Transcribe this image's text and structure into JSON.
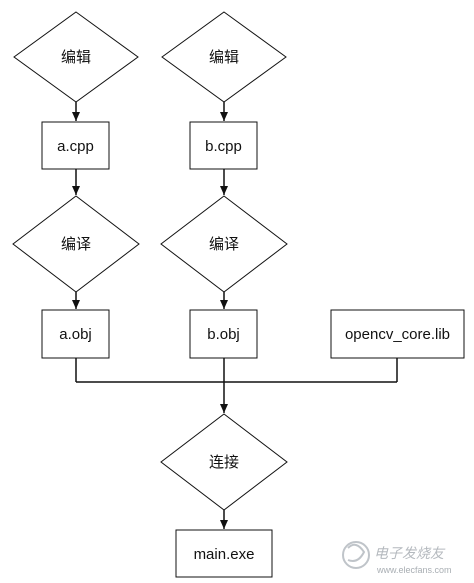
{
  "flow": {
    "edit_a": "编辑",
    "edit_b": "编辑",
    "file_a_cpp": "a.cpp",
    "file_b_cpp": "b.cpp",
    "compile_a": "编译",
    "compile_b": "编译",
    "file_a_obj": "a.obj",
    "file_b_obj": "b.obj",
    "lib": "opencv_core.lib",
    "link": "连接",
    "output": "main.exe"
  },
  "watermark": {
    "brand": "电子发烧友",
    "url": "www.elecfans.com"
  }
}
